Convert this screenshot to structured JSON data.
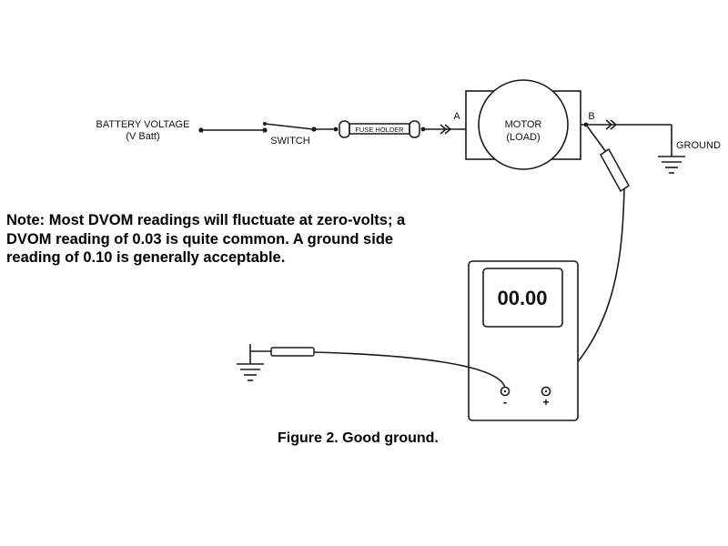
{
  "circuit": {
    "battery_label_line1": "BATTERY VOLTAGE",
    "battery_label_line2": "(V Batt)",
    "switch_label": "SWITCH",
    "fuse_label": "FUSE HOLDER",
    "point_a": "A",
    "point_b": "B",
    "motor_label_line1": "MOTOR",
    "motor_label_line2": "(LOAD)",
    "ground_label": "GROUND"
  },
  "meter": {
    "display": "00.00",
    "negative_terminal": "-",
    "positive_terminal": "+"
  },
  "note": "Note: Most DVOM readings will fluctuate at zero-volts; a DVOM reading of 0.03 is quite common. A ground side reading of 0.10 is generally acceptable.",
  "caption": "Figure 2. Good ground.",
  "colors": {
    "line": "#1a1a1a",
    "background": "#ffffff"
  }
}
